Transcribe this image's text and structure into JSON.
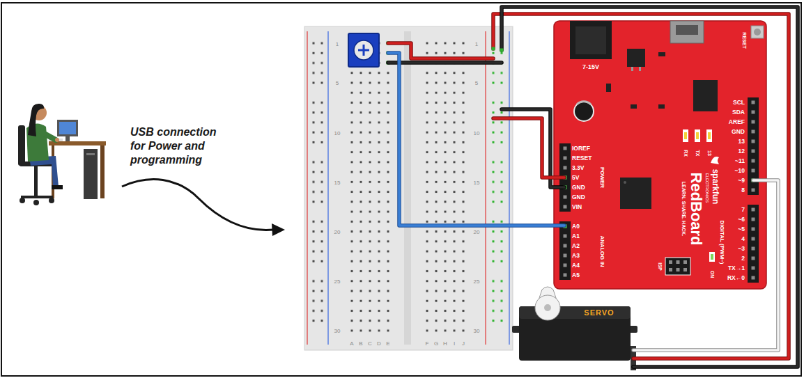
{
  "diagram": {
    "labels": [
      "USB connection for Power and programming",
      "1",
      "5",
      "10",
      "15",
      "20",
      "25",
      "30",
      "1",
      "5",
      "10",
      "15",
      "20",
      "25",
      "30",
      "A",
      "B",
      "C",
      "D",
      "E",
      "F",
      "G",
      "H",
      "I",
      "J",
      "7-15V",
      "RESET",
      "RX",
      "TX",
      "13",
      "sparkfun",
      "ELECTRONICS",
      "RedBoard",
      "LEARN. SHARE. HACK.",
      "IOREF",
      "RESET",
      "3.3V",
      "5V",
      "GND",
      "GND",
      "VIN",
      "POWER",
      "A0",
      "A1",
      "A2",
      "A3",
      "A4",
      "A5",
      "ANALOG IN",
      "SCL",
      "SDA",
      "AREF",
      "GND",
      "13",
      "12",
      "~11",
      "~10",
      "~9",
      "8",
      "7",
      "~6",
      "~5",
      "4",
      "~3",
      "2",
      "TX→1",
      "RX←0",
      "DIGITAL (PWM~)",
      "ISP",
      "ON",
      "SERVO"
    ]
  }
}
